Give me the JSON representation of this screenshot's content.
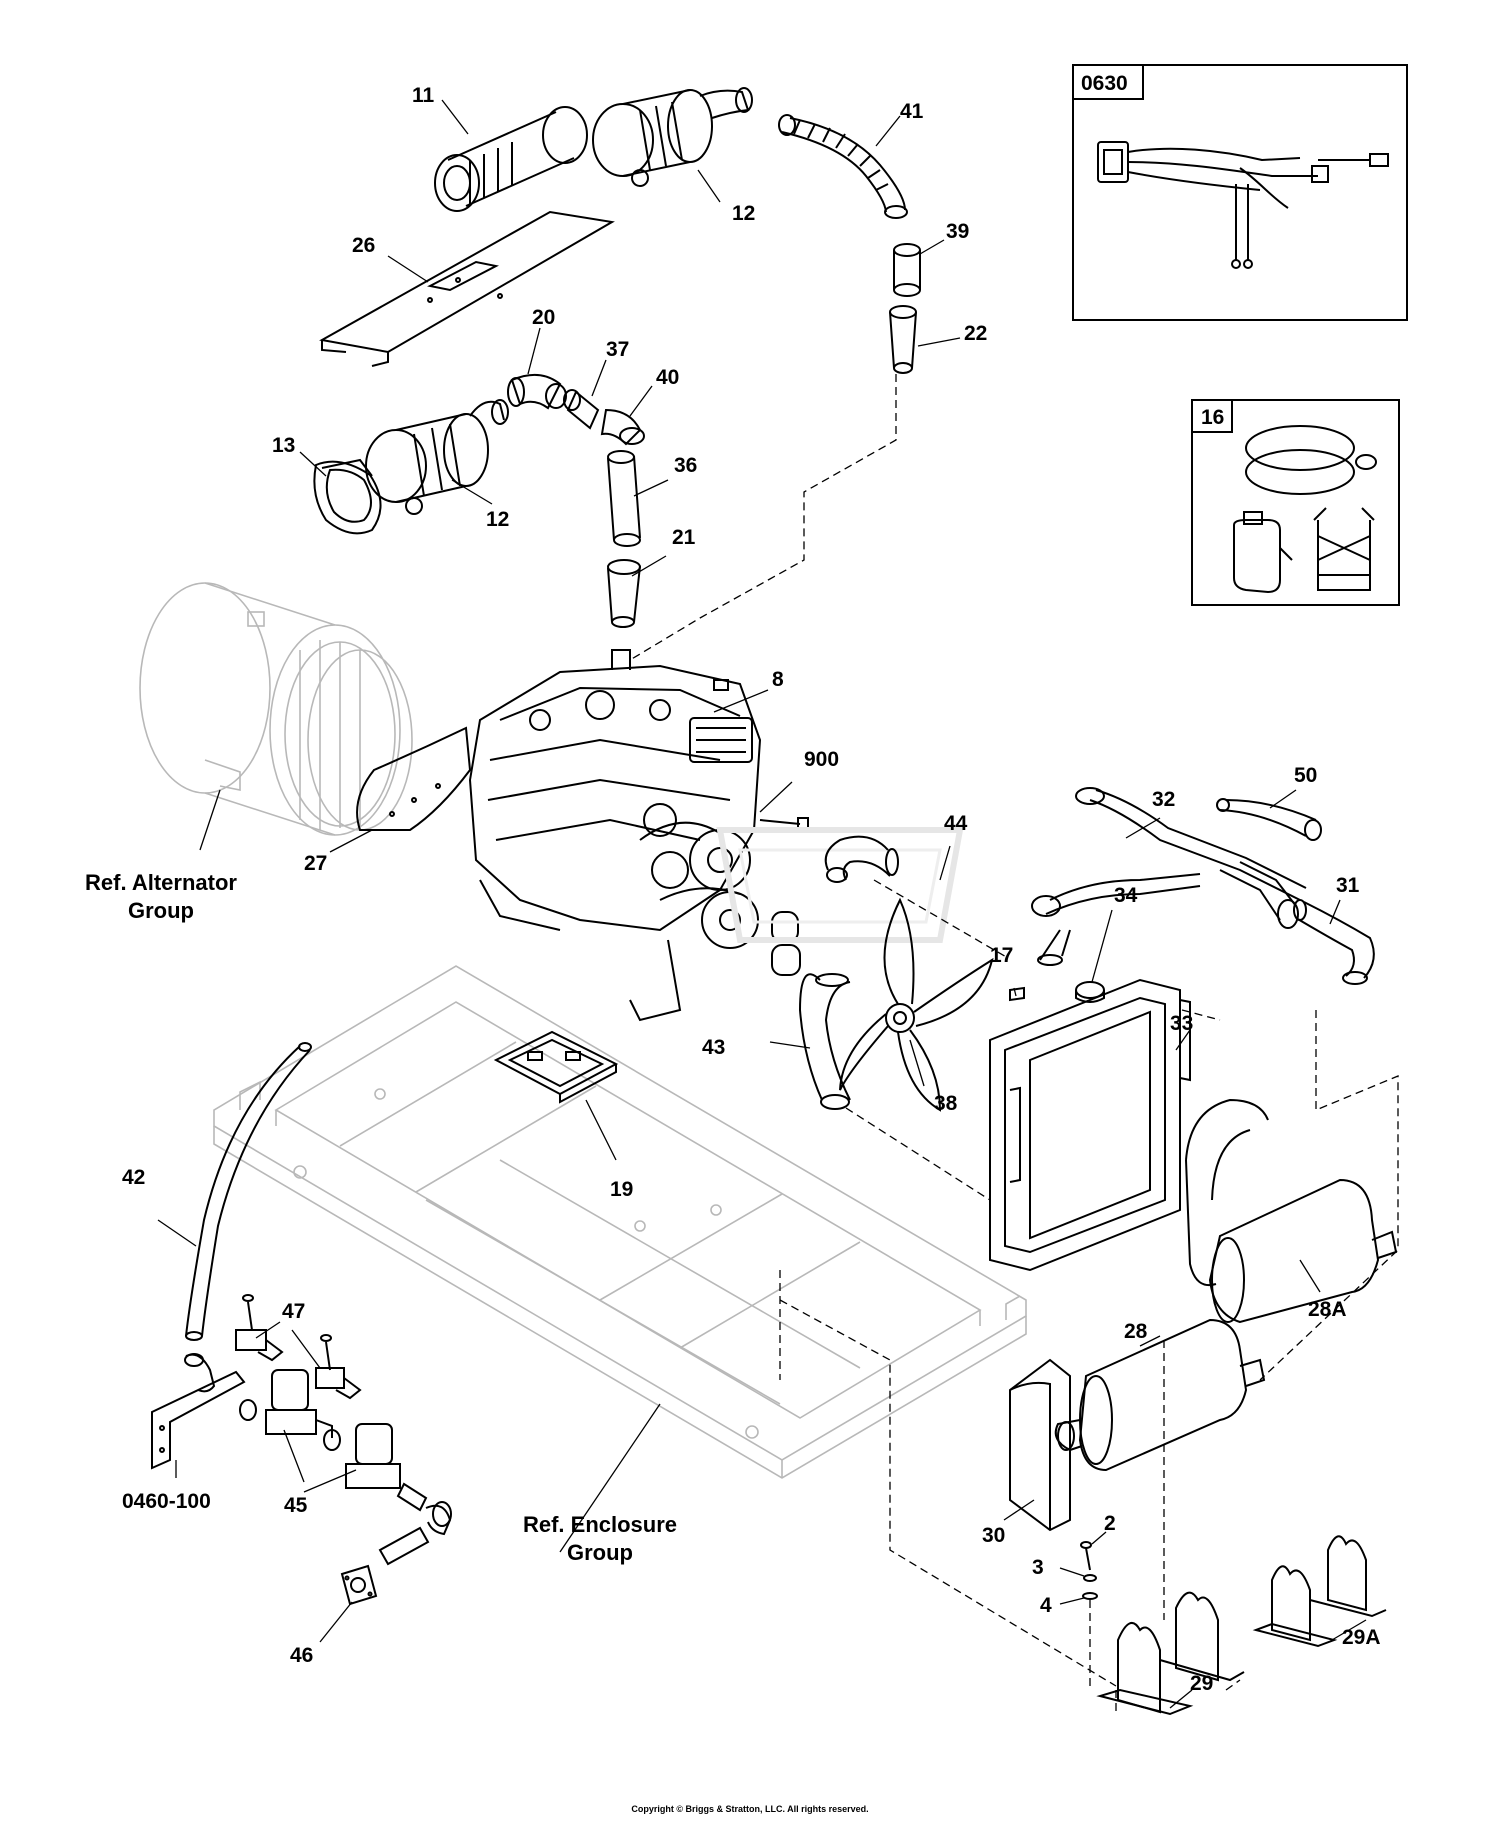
{
  "callouts": {
    "c11": "11",
    "c12a": "12",
    "c12b": "12",
    "c41": "41",
    "c39": "39",
    "c22": "22",
    "c26": "26",
    "c20": "20",
    "c37": "37",
    "c40": "40",
    "c13": "13",
    "c36": "36",
    "c21": "21",
    "c8": "8",
    "c900": "900",
    "c27": "27",
    "c44": "44",
    "c32": "32",
    "c50": "50",
    "c31": "31",
    "c34": "34",
    "c17": "17",
    "c33": "33",
    "c43": "43",
    "c38": "38",
    "c19": "19",
    "c42": "42",
    "c47": "47",
    "c28a": "28A",
    "c28": "28",
    "c0460": "0460-100",
    "c45": "45",
    "c30": "30",
    "c2": "2",
    "c3": "3",
    "c4": "4",
    "c29": "29",
    "c29a": "29A",
    "c46": "46"
  },
  "insets": {
    "wiring": "0630",
    "kit": "16"
  },
  "refs": {
    "alternator_line1": "Ref. Alternator",
    "alternator_line2": "Group",
    "enclosure_line1": "Ref. Enclosure",
    "enclosure_line2": "Group"
  },
  "footer": {
    "copyright": "Copyright © Briggs & Stratton, LLC. All rights reserved."
  }
}
